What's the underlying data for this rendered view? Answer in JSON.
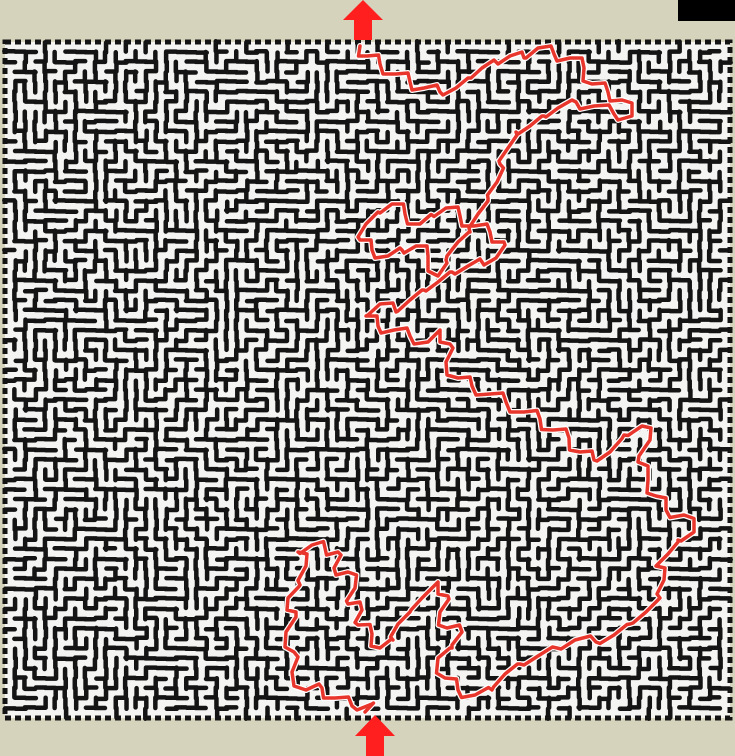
{
  "maze": {
    "cols": 72,
    "rows": 68,
    "seed": 7919,
    "colors": {
      "background": "#d6d3bd",
      "maze_floor": "#f4f4f2",
      "maze_wall": "#141414",
      "solution_path": "#e8362c",
      "solution_path_outline": "#ffffff",
      "arrow": "#ff1f1f",
      "corner_block": "#000000"
    }
  },
  "markers": {
    "entrance_arrow": "arrow-up-icon",
    "exit_arrow": "arrow-up-icon"
  }
}
